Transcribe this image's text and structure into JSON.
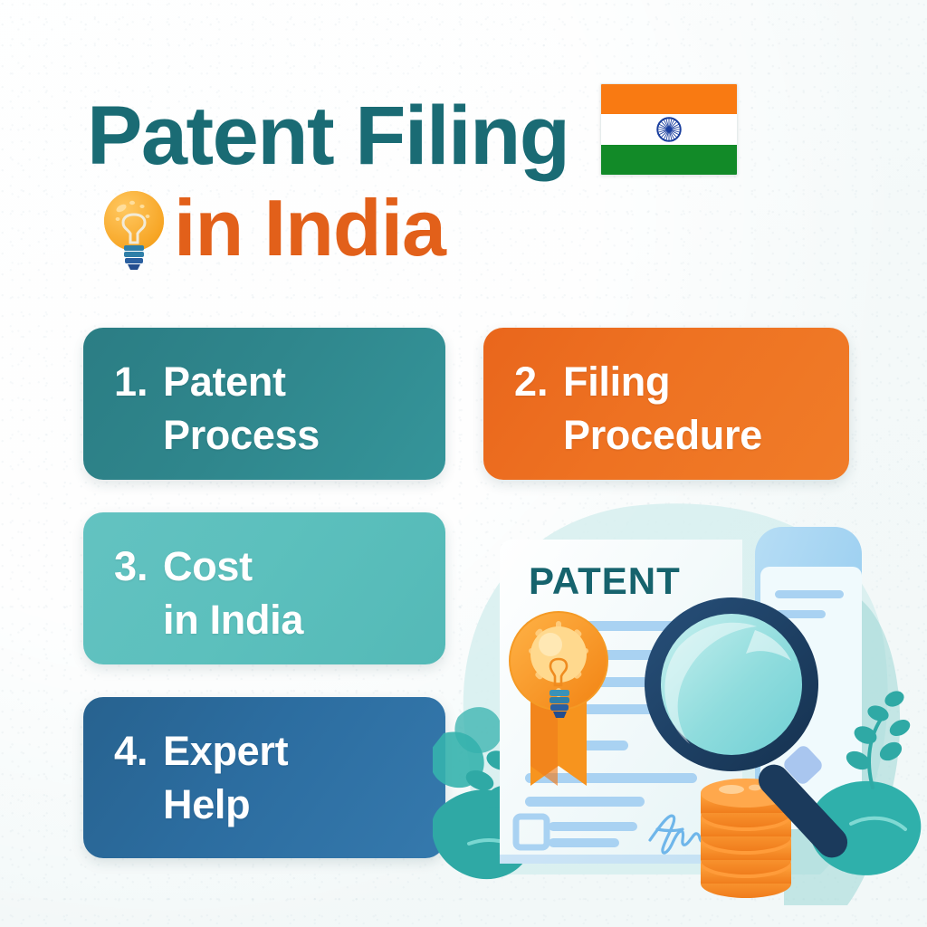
{
  "poster": {
    "background_color": "#f6fafa",
    "title": {
      "main_text": "Patent Filing",
      "main_color": "#1a6b74",
      "sub_text": "in India",
      "sub_color": "#e2601a",
      "bulb_icon": "lightbulb-icon",
      "flag_icon": "india-flag-icon",
      "flag_colors": {
        "saffron": "#f97a12",
        "white": "#ffffff",
        "green": "#128a28",
        "chakra": "#1a3f9e"
      }
    },
    "cards": [
      {
        "number": "1.",
        "line1": "Patent",
        "line2": "Process",
        "color": "#2f868c",
        "name": "patent-process"
      },
      {
        "number": "2.",
        "line1": "Filing",
        "line2": "Procedure",
        "color": "#ee7222",
        "name": "filing-procedure"
      },
      {
        "number": "3.",
        "line1": "Cost",
        "line2": "in India",
        "color": "#5cc0bd",
        "name": "cost-in-india"
      },
      {
        "number": "4.",
        "line1": "Expert",
        "line2": "Help",
        "color": "#2c6da0",
        "name": "expert-help"
      }
    ],
    "illustration": {
      "document_title": "PATENT",
      "document_title_color": "#16636d",
      "elements": [
        "patent-certificate",
        "award-ribbon-badge",
        "lightbulb-medal",
        "magnifying-glass",
        "coin-stack",
        "signature",
        "checkbox",
        "leaf-foliage"
      ],
      "colors": {
        "paper": "#f4fbfc",
        "text_line": "#a9d2f2",
        "magnifier_rim": "#1b3a5c",
        "magnifier_lens": "#9fe3e3",
        "coin": "#f5862a",
        "ribbon": "#f7941e",
        "leaf": "#36b3ae",
        "backdrop": "#d9f0ef"
      }
    }
  }
}
